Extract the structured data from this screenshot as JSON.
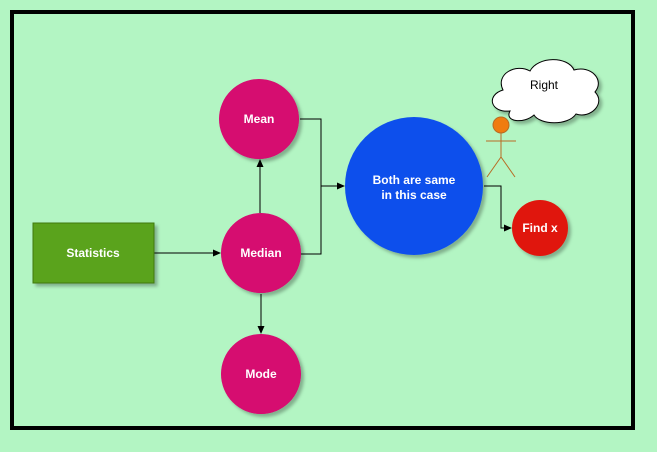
{
  "colors": {
    "background": "#b3f5c3",
    "frame": "#000000",
    "statistics_fill": "#5aa31a",
    "statistics_stroke": "#3f7a10",
    "pink_node": "#d6076f",
    "blue_node": "#0a50ec",
    "red_node": "#e0180c",
    "cloud_fill": "#ffffff",
    "person_head": "#f07c10",
    "person_stroke": "#b86b24",
    "edge": "#000000",
    "node_text": "#ffffff",
    "cloud_text": "#000000"
  },
  "nodes": {
    "statistics": {
      "label": "Statistics"
    },
    "mean": {
      "label": "Mean"
    },
    "median": {
      "label": "Median"
    },
    "mode": {
      "label": "Mode"
    },
    "both_same": {
      "line1": "Both are same",
      "line2": "in this case"
    },
    "find_x": {
      "label": "Find x"
    }
  },
  "cloud": {
    "label": "Right"
  },
  "icons": {
    "person": "stick-figure-icon",
    "cloud": "thought-cloud-icon"
  }
}
